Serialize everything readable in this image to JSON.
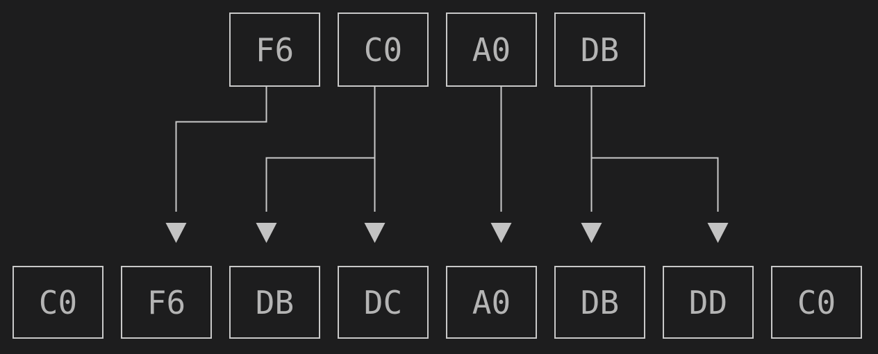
{
  "diagram": {
    "top_row": [
      {
        "label": "F6"
      },
      {
        "label": "C0"
      },
      {
        "label": "A0"
      },
      {
        "label": "DB"
      }
    ],
    "bottom_row": [
      {
        "label": "C0"
      },
      {
        "label": "F6"
      },
      {
        "label": "DB"
      },
      {
        "label": "DC"
      },
      {
        "label": "A0"
      },
      {
        "label": "DB"
      },
      {
        "label": "DD"
      },
      {
        "label": "C0"
      }
    ],
    "edges": [
      {
        "from_top_index": 0,
        "from_label": "F6",
        "to_bottom_index": 1,
        "to_label": "F6"
      },
      {
        "from_top_index": 1,
        "from_label": "C0",
        "to_bottom_index": 2,
        "to_label": "DB"
      },
      {
        "from_top_index": 1,
        "from_label": "C0",
        "to_bottom_index": 3,
        "to_label": "DC"
      },
      {
        "from_top_index": 2,
        "from_label": "A0",
        "to_bottom_index": 4,
        "to_label": "A0"
      },
      {
        "from_top_index": 3,
        "from_label": "DB",
        "to_bottom_index": 5,
        "to_label": "DB"
      },
      {
        "from_top_index": 3,
        "from_label": "DB",
        "to_bottom_index": 6,
        "to_label": "DD"
      }
    ],
    "colors": {
      "background": "#1d1d1e",
      "line": "#c9c9c9",
      "box_border": "#c9c9c9",
      "text": "#b4b4b4",
      "arrow": "#c3c3c3"
    }
  }
}
